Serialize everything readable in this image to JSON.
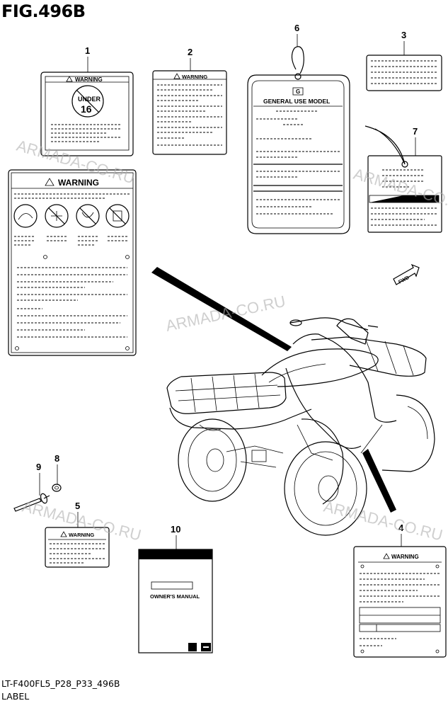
{
  "figure": {
    "title": "FIG.496B",
    "code": "LT-F400FL5_P28_P33_496B",
    "name": "LABEL"
  },
  "callouts": [
    {
      "id": "1",
      "label": "1"
    },
    {
      "id": "2",
      "label": "2"
    },
    {
      "id": "3",
      "label": "3"
    },
    {
      "id": "4",
      "label": "4"
    },
    {
      "id": "5",
      "label": "5"
    },
    {
      "id": "6",
      "label": "6"
    },
    {
      "id": "7",
      "label": "7"
    },
    {
      "id": "8",
      "label": "8"
    },
    {
      "id": "9",
      "label": "9"
    },
    {
      "id": "10",
      "label": "10"
    }
  ],
  "labels": {
    "warning": "WARNING",
    "under": "UNDER",
    "age": "16",
    "general_use": "GENERAL USE MODEL",
    "g_mark": "G",
    "owners_manual": "OWNER'S MANUAL",
    "fwd": "FWD"
  },
  "watermark": "ARMADA-CO.RU"
}
